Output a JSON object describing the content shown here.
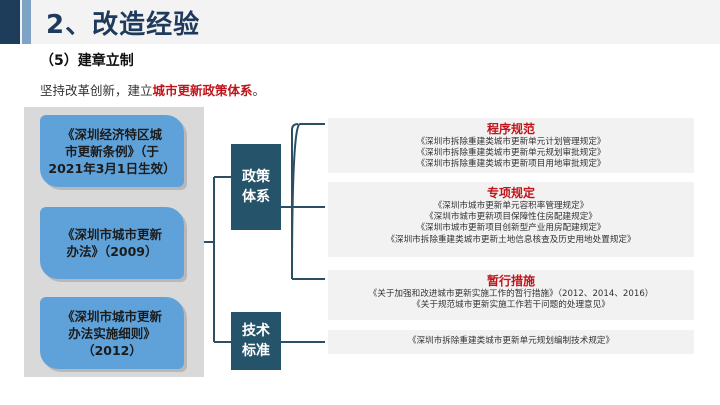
{
  "header": {
    "title": "2、改造经验"
  },
  "section": {
    "subtitle": "（5）建章立制"
  },
  "intro": {
    "prefix": "坚持改革创新，建立",
    "highlight": "城市更新政策体系",
    "suffix": "。"
  },
  "laws": [
    {
      "label": "《深圳经济特区城\n市更新条例》（于\n2021年3月1日生效）"
    },
    {
      "label": "《深圳市城市更新\n办法》（2009）"
    },
    {
      "label": "《深圳市城市更新\n办法实施细则》\n（2012）"
    }
  ],
  "categories": [
    {
      "label": "政策\n体系"
    },
    {
      "label": "技术\n标准"
    }
  ],
  "rows": [
    {
      "title": "程序规范",
      "items": [
        "《深圳市拆除重建类城市更新单元计划管理规定》",
        "《深圳市拆除重建类城市更新单元规划审批规定》",
        "《深圳市拆除重建类城市更新项目用地审批规定》"
      ]
    },
    {
      "title": "专项规定",
      "items": [
        "《深圳市城市更新单元容积率管理规定》",
        "《深圳市城市更新项目保障性住房配建规定》",
        "《深圳市城市更新项目创新型产业用房配建规定》",
        "《深圳市拆除重建类城市更新土地信息核查及历史用地处置规定》"
      ]
    },
    {
      "title": "暂行措施",
      "items": [
        "《关于加强和改进城市更新实施工作的暂行措施》（2012、2014、2016）",
        "《关于规范城市更新实施工作若干问题的处理意见》"
      ]
    },
    {
      "title": "",
      "items": [
        "《深圳市拆除重建类城市更新单元规划编制技术规定》"
      ]
    }
  ],
  "colors": {
    "accent_red": "#c0141b",
    "header_blue": "#1f3a5c",
    "card_blue": "#5fa2d9",
    "center_box": "#24536a"
  }
}
